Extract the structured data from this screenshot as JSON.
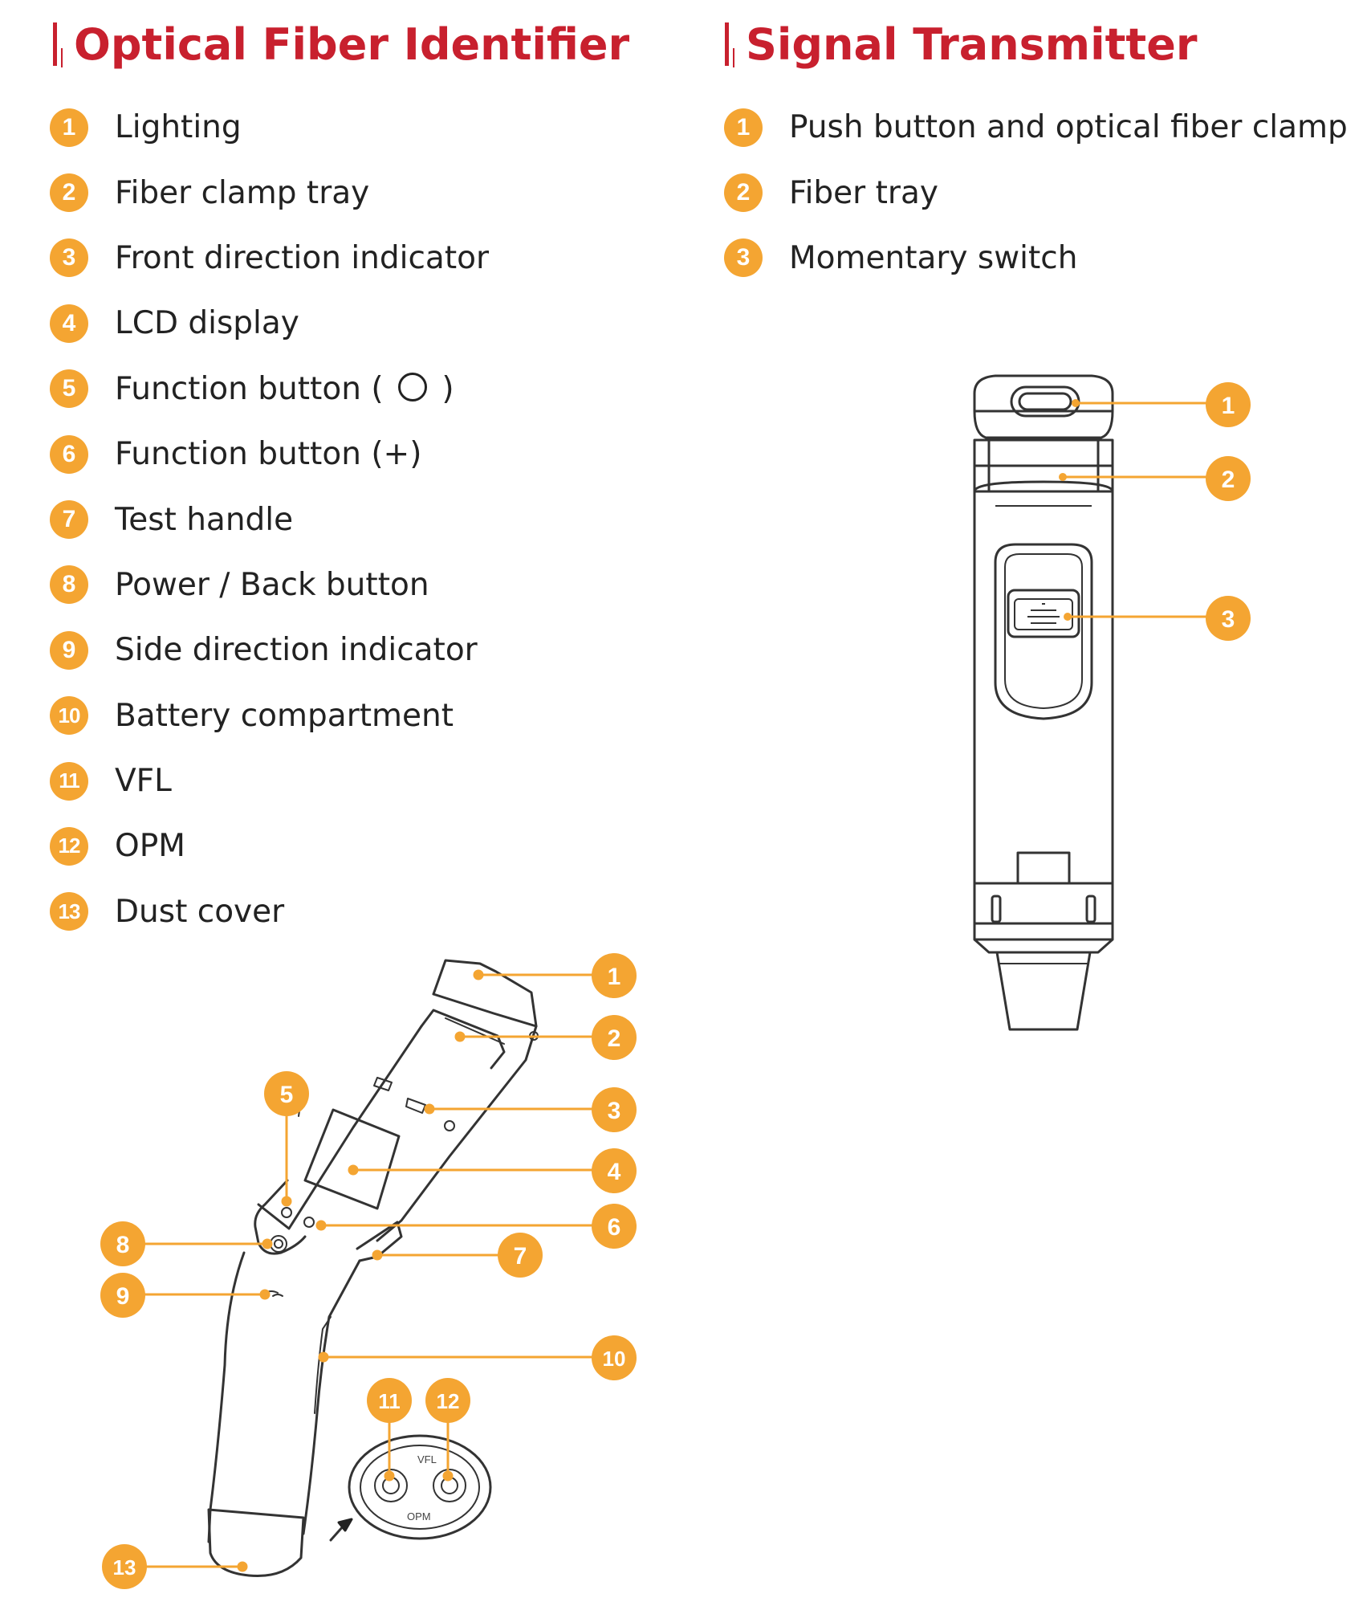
{
  "left": {
    "title": "Optical Fiber Identifier",
    "items": [
      {
        "num": "1",
        "label": "Lighting"
      },
      {
        "num": "2",
        "label": "Fiber clamp tray"
      },
      {
        "num": "3",
        "label": "Front direction indicator"
      },
      {
        "num": "4",
        "label": "LCD display"
      },
      {
        "num": "5",
        "label": "Function button (",
        "suffix": ")"
      },
      {
        "num": "6",
        "label": "Function button (+)"
      },
      {
        "num": "7",
        "label": "Test handle"
      },
      {
        "num": "8",
        "label": "Power / Back button"
      },
      {
        "num": "9",
        "label": "Side direction indicator"
      },
      {
        "num": "10",
        "label": "Battery compartment"
      },
      {
        "num": "11",
        "label": "VFL"
      },
      {
        "num": "12",
        "label": "OPM"
      },
      {
        "num": "13",
        "label": "Dust cover"
      }
    ]
  },
  "right": {
    "title": "Signal Transmitter",
    "items": [
      {
        "num": "1",
        "label": "Push button and optical fiber clamp"
      },
      {
        "num": "2",
        "label": "Fiber tray"
      },
      {
        "num": "3",
        "label": "Momentary switch"
      }
    ]
  },
  "port_labels": {
    "vfl": "VFL",
    "opm": "OPM"
  },
  "colors": {
    "accent_red": "#c8202e",
    "callout_orange": "#f4a532",
    "text": "#222222",
    "line_art": "#333333"
  }
}
